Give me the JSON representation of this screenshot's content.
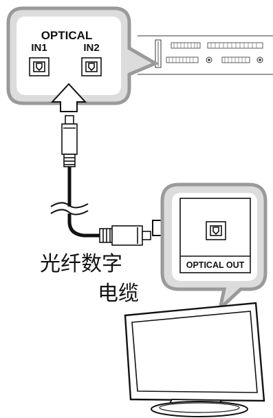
{
  "device_panel": {
    "section_label": "OPTICAL",
    "ports": [
      {
        "label": "IN1"
      },
      {
        "label": "IN2"
      }
    ]
  },
  "tv_panel": {
    "port_label": "OPTICAL OUT"
  },
  "cable": {
    "caption_line1": "光纤数字",
    "caption_line2": "电缆"
  },
  "colors": {
    "callout_fill": "#dcdcdc",
    "callout_stroke": "#9a9a9a",
    "ink": "#111111"
  }
}
